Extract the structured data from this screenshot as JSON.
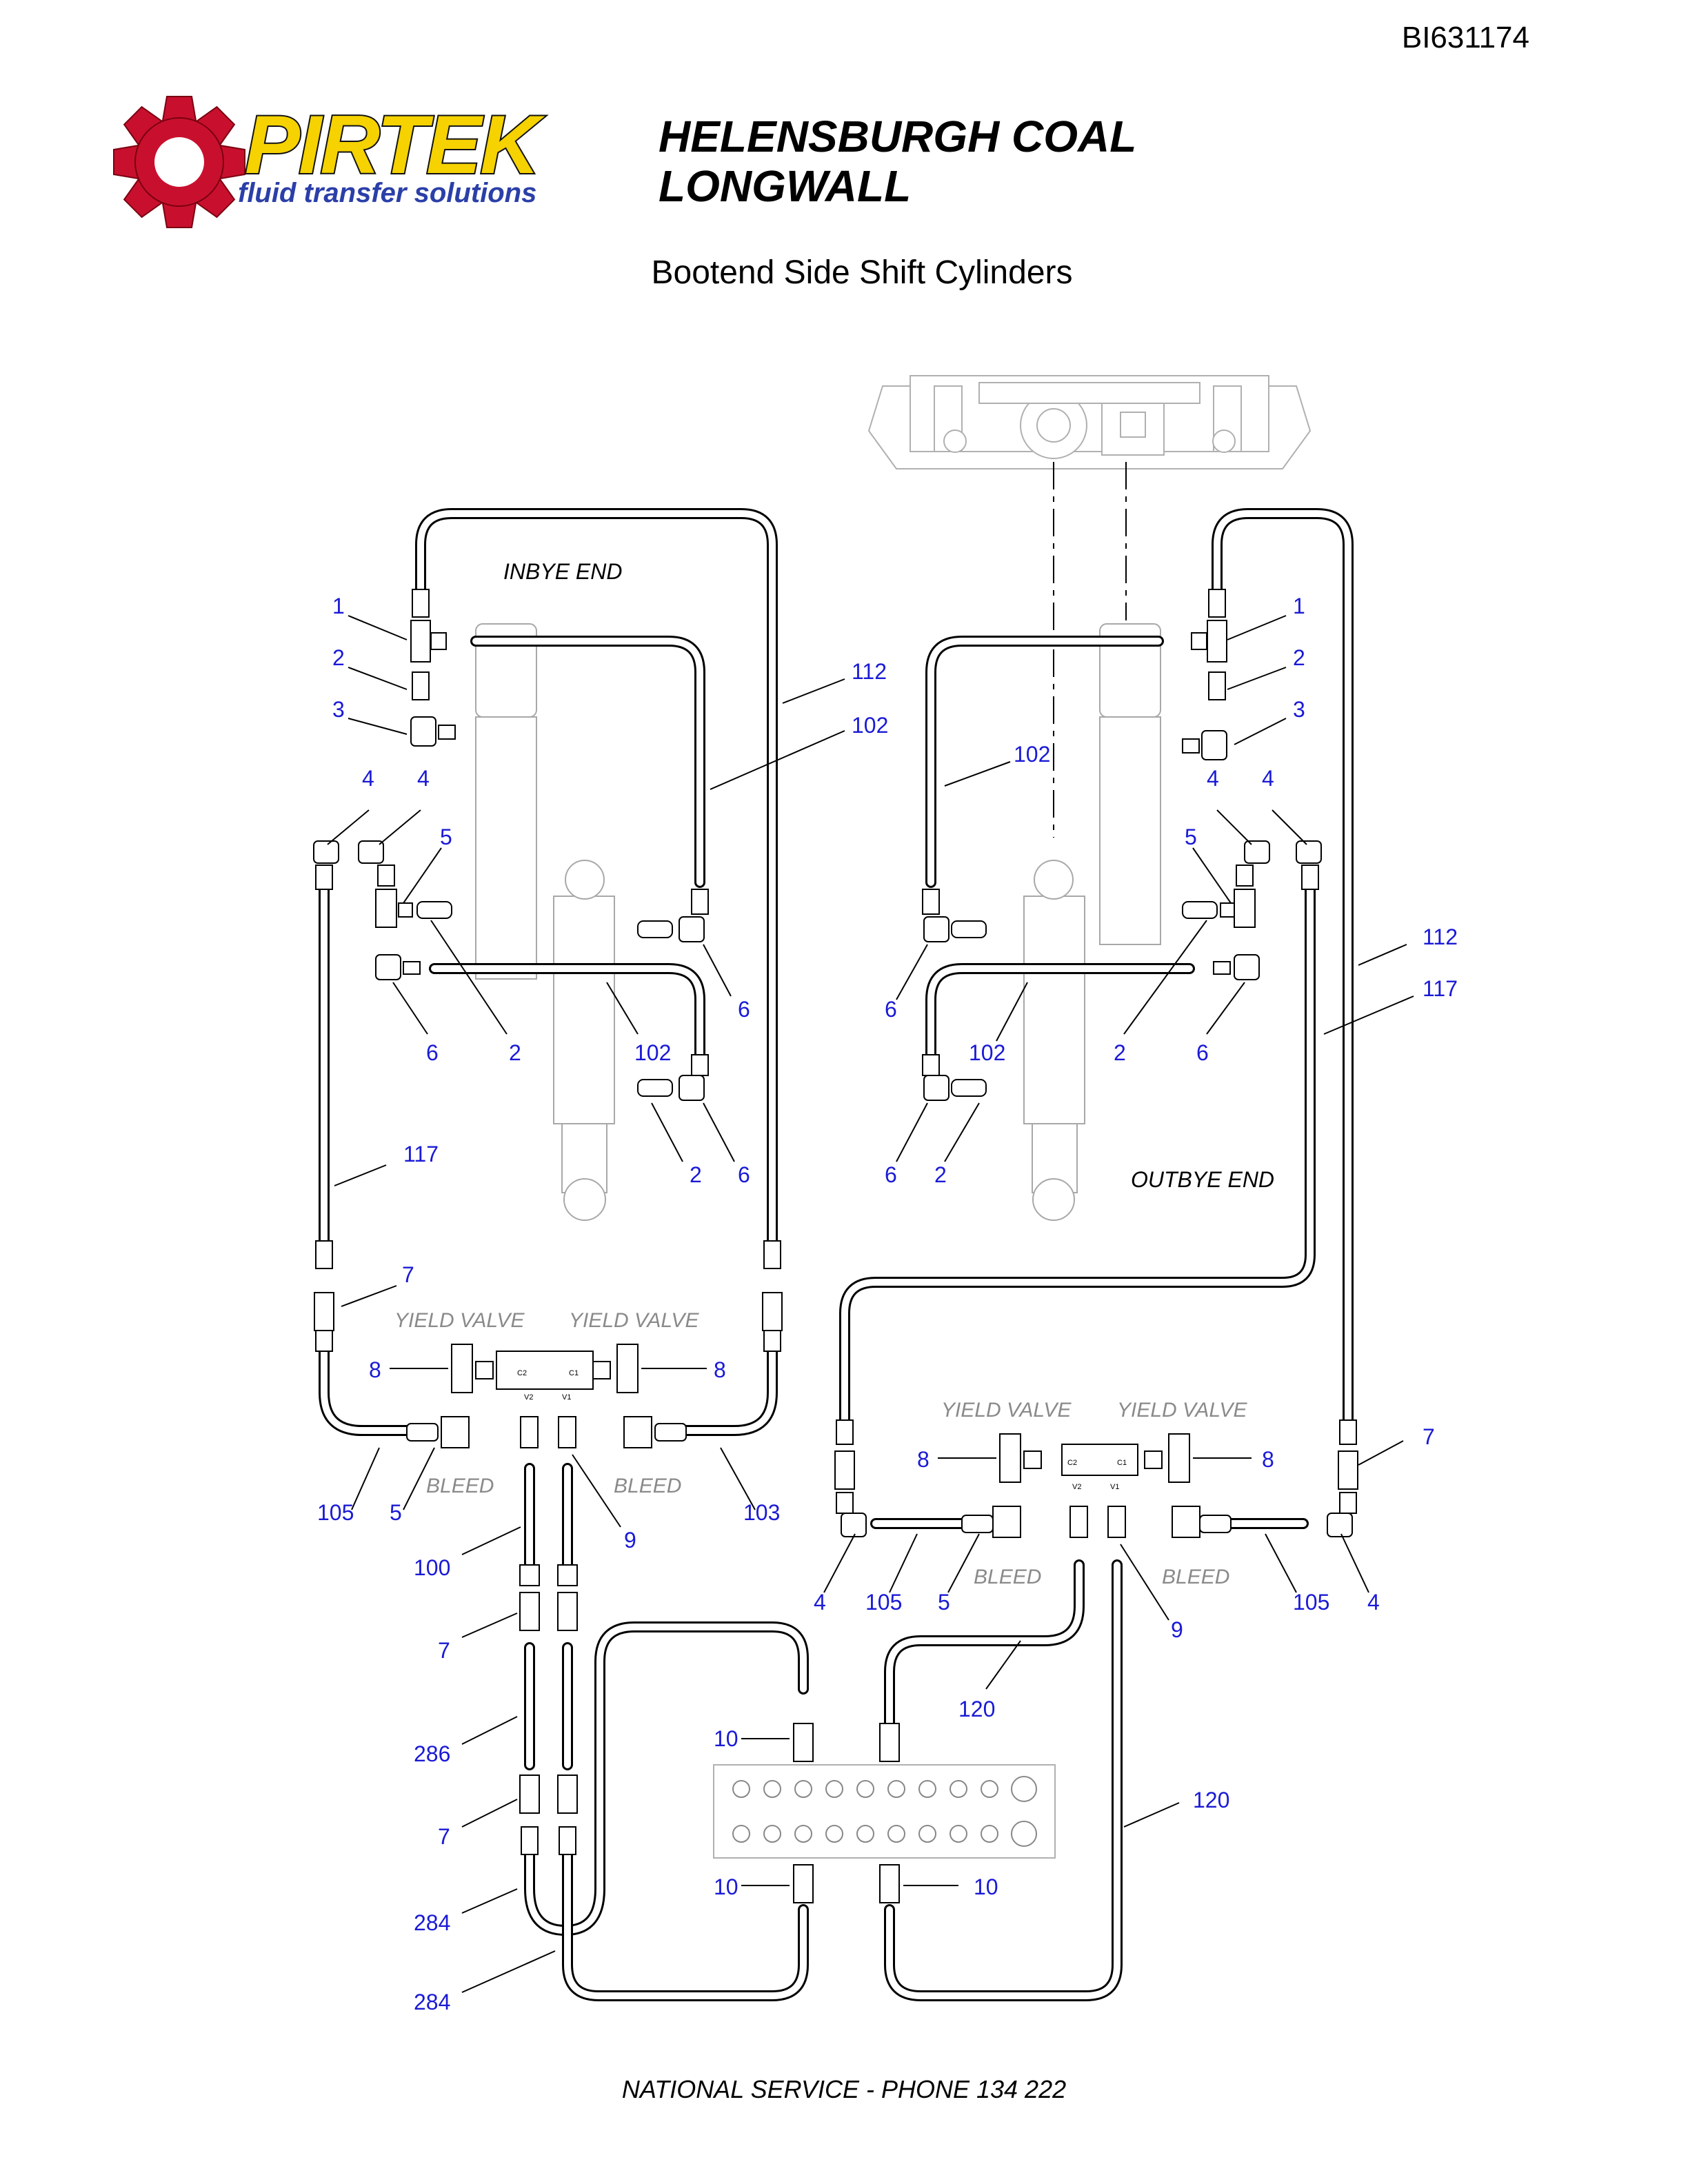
{
  "document_id": "BI631174",
  "brand": {
    "name": "PIRTEK",
    "tagline": "fluid transfer solutions"
  },
  "title": {
    "line1": "HELENSBURGH COAL",
    "line2": "LONGWALL"
  },
  "subtitle": "Bootend Side Shift Cylinders",
  "zone_labels": {
    "inbye": "INBYE END",
    "outbye": "OUTBYE END"
  },
  "valve_labels": {
    "yield": "YIELD VALVE",
    "bleed": "BLEED",
    "port_c2": "C2",
    "port_c1": "C1",
    "port_v2": "V2",
    "port_v1": "V1"
  },
  "callouts": {
    "left": {
      "c1": "1",
      "c2a": "2",
      "c3": "3",
      "c4a": "4",
      "c4b": "4",
      "c5": "5",
      "c112": "112",
      "c102a": "102",
      "c6a": "6",
      "c6b": "6",
      "c2b": "2",
      "c102b": "102",
      "c6c": "6",
      "c117": "117",
      "c2c": "2",
      "c6d": "6",
      "c7a": "7",
      "c8a": "8",
      "c8b": "8",
      "c105": "105",
      "c5b": "5",
      "c9": "9",
      "c103": "103",
      "c100": "100",
      "c7b": "7",
      "c286": "286",
      "c7c": "7",
      "c284a": "284",
      "c284b": "284",
      "c10a": "10",
      "c10b": "10"
    },
    "right": {
      "c1": "1",
      "c2a": "2",
      "c3": "3",
      "c102a": "102",
      "c4a": "4",
      "c4b": "4",
      "c5": "5",
      "c112": "112",
      "c117": "117",
      "c6a": "6",
      "c102b": "102",
      "c2b": "2",
      "c6b": "6",
      "c6c": "6",
      "c2c": "2",
      "c7": "7",
      "c8a": "8",
      "c8b": "8",
      "c4c": "4",
      "c105a": "105",
      "c5b": "5",
      "c105b": "105",
      "c4d": "4",
      "c9": "9",
      "c120a": "120",
      "c120b": "120",
      "c10": "10"
    }
  },
  "footer": "NATIONAL SERVICE - PHONE 134 222",
  "colors": {
    "callout": "#1a1ad6",
    "logo_red": "#c8102e",
    "logo_yellow": "#f5d200",
    "logo_blue": "#2b3fa8",
    "ghost": "#8a8a8a"
  }
}
